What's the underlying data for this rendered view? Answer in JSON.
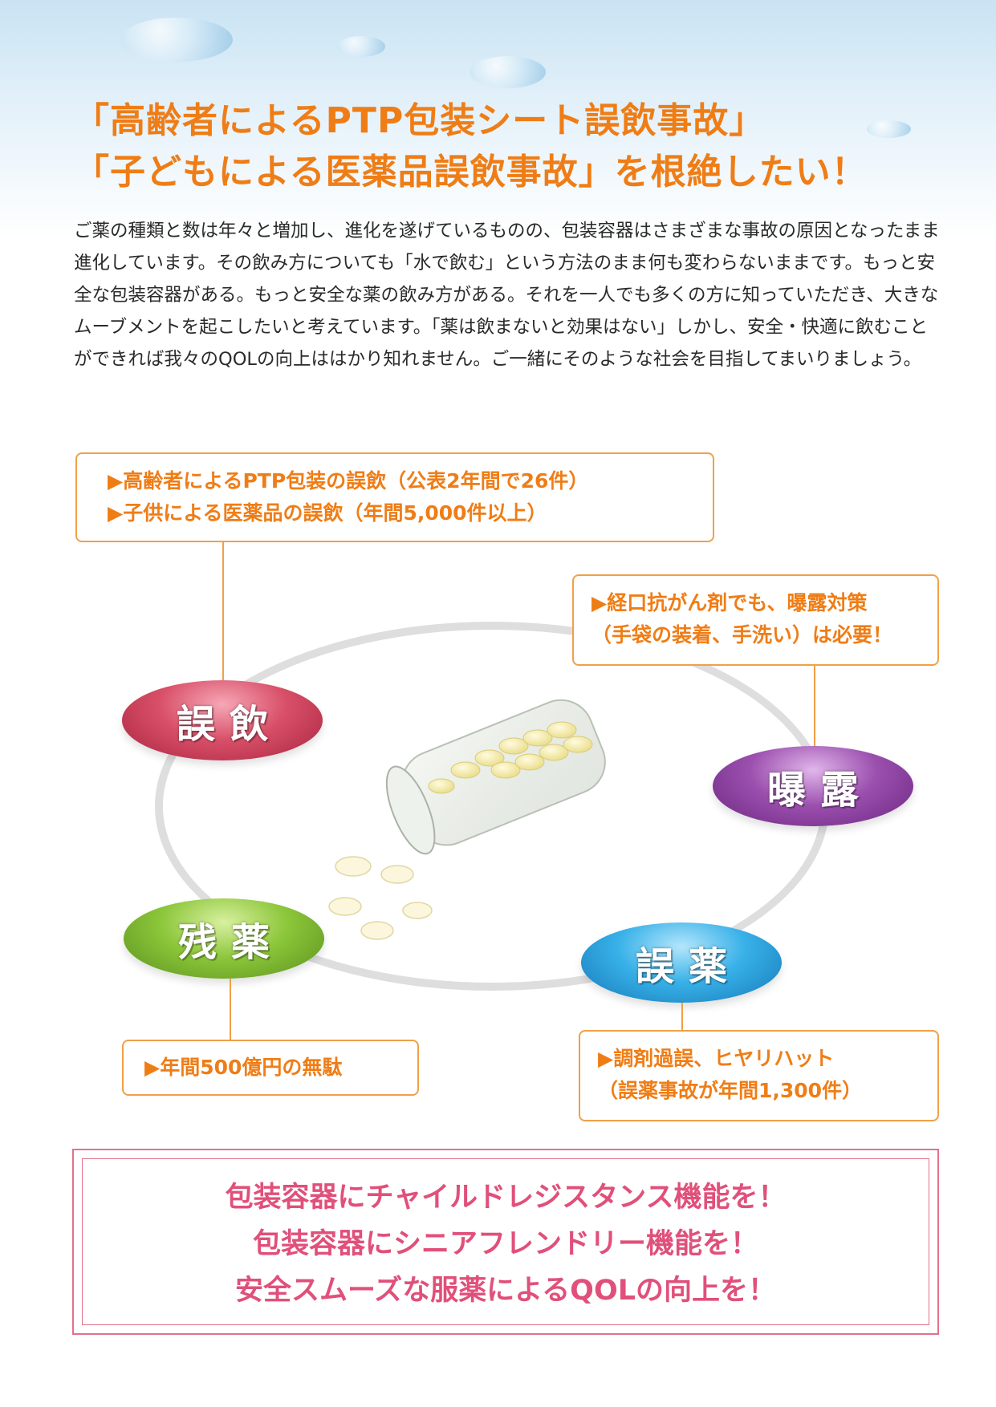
{
  "headline": {
    "line1": "「高齢者によるPTP包装シート誤飲事故」",
    "line2": "「子どもによる医薬品誤飲事故」を根絶したい！"
  },
  "intro": "ご薬の種類と数は年々と増加し、進化を遂げているものの、包装容器はさまざまな事故の原因となったまま進化しています。その飲み方についても「水で飲む」という方法のまま何も変わらないままです。もっと安全な包装容器がある。もっと安全な薬の飲み方がある。それを一人でも多くの方に知っていただき、大きなムーブメントを起こしたいと考えています。「薬は飲まないと効果はない」しかし、安全・快適に飲むことができれば我々のQOLの向上ははかり知れません。ご一緒にそのような社会を目指してまいりましょう。",
  "boxes": {
    "goin_line1": "▶高齢者によるPTP包装の誤飲（公表2年間で26件）",
    "goin_line2": "▶子供による医薬品の誤飲（年間5,000件以上）",
    "bakuro_line1": "▶経口抗がん剤でも、曝露対策",
    "bakuro_line2": "（手袋の装着、手洗い）は必要！",
    "zanyaku_line1": "▶年間500億円の無駄",
    "goyaku_line1": "▶調剤過誤、ヒヤリハット",
    "goyaku_line2": "（誤薬事故が年間1,300件）"
  },
  "labels": {
    "goin": "誤飲",
    "bakuro": "曝露",
    "zanyaku": "残薬",
    "goyaku": "誤薬"
  },
  "cta": {
    "line1": "包装容器にチャイルドレジスタンス機能を！",
    "line2": "包装容器にシニアフレンドリー機能を！",
    "line3": "安全スムーズな服薬によるQOLの向上を！"
  },
  "colors": {
    "accent_orange": "#ef7d16",
    "goin_red": "#c8324a",
    "bakuro_purple": "#8a3d9a",
    "zanyaku_green": "#7ab52a",
    "goyaku_blue": "#2aa6e0",
    "cta_pink": "#e0507a"
  }
}
